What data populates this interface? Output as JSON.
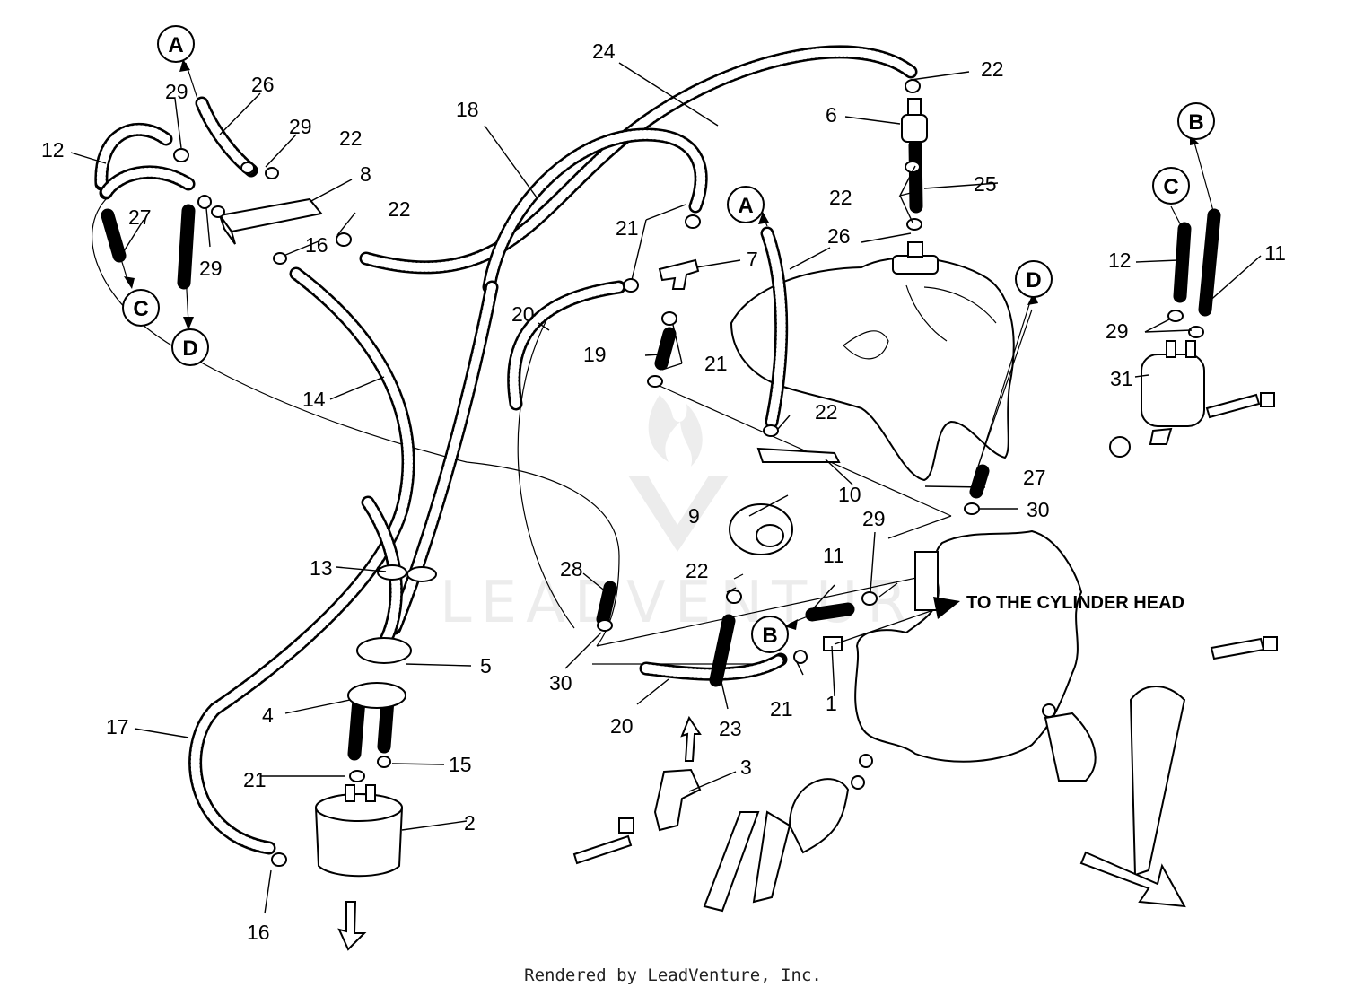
{
  "diagram": {
    "part_numbers": [
      "1",
      "2",
      "3",
      "4",
      "5",
      "6",
      "7",
      "8",
      "9",
      "10",
      "11",
      "12",
      "13",
      "14",
      "15",
      "16",
      "17",
      "18",
      "19",
      "20",
      "21",
      "22",
      "23",
      "24",
      "25",
      "26",
      "27",
      "28",
      "29",
      "30",
      "31"
    ],
    "reference_letters": [
      "A",
      "B",
      "C",
      "D"
    ],
    "note": "TO THE CYLINDER HEAD",
    "watermark": "LEADVENTURE"
  },
  "footer": {
    "text": "Rendered by LeadVenture, Inc."
  },
  "icons": [
    "leadventure-logo-watermark",
    "direction-arrow-icon",
    "up-arrow-icon",
    "down-arrow-icon",
    "note-arrow-icon"
  ]
}
